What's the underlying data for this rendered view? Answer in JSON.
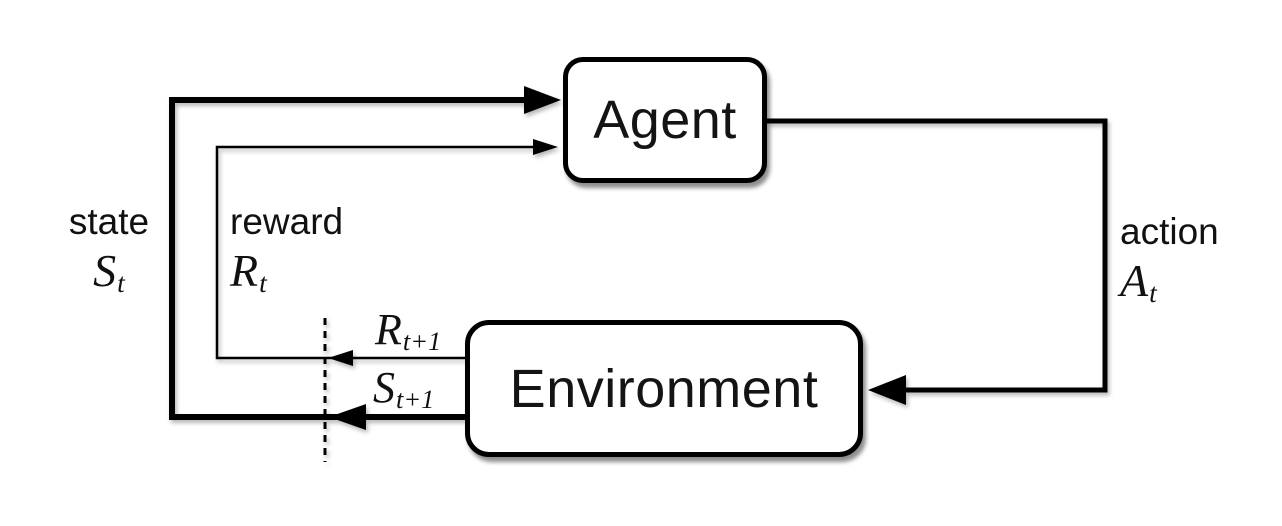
{
  "diagram": {
    "agent": {
      "label": "Agent"
    },
    "environment": {
      "label": "Environment"
    },
    "labels": {
      "state": {
        "word": "state",
        "symbol": "S",
        "sub": "t"
      },
      "reward": {
        "word": "reward",
        "symbol": "R",
        "sub": "t"
      },
      "action": {
        "word": "action",
        "symbol": "A",
        "sub": "t"
      },
      "next_reward": {
        "symbol": "R",
        "sub": "t+1"
      },
      "next_state": {
        "symbol": "S",
        "sub": "t+1"
      }
    },
    "colors": {
      "line": "#000000",
      "box_fill": "#ffffff",
      "box_border": "#000000",
      "background": "#ffffff",
      "text": "#111111"
    }
  }
}
